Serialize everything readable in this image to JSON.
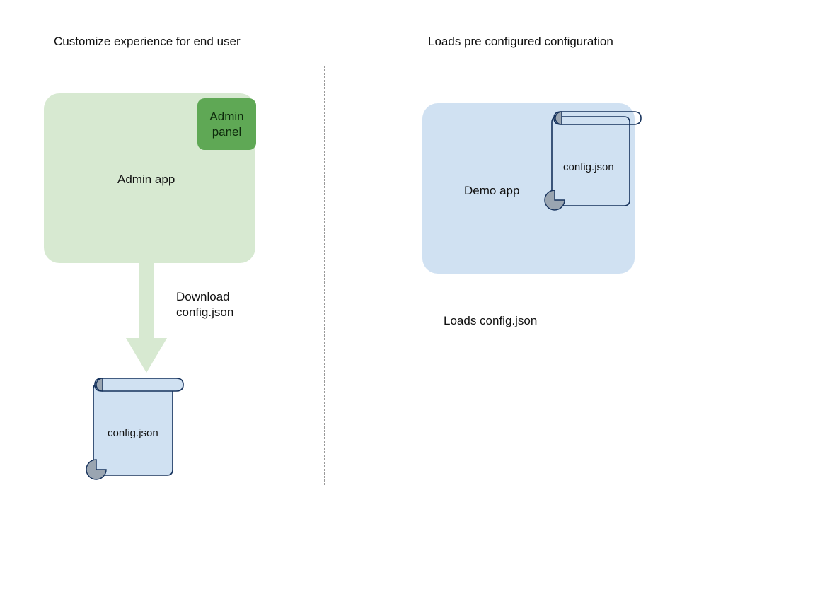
{
  "diagram": {
    "background": "#ffffff",
    "divider": {
      "name": "vertical-dotted-divider",
      "color": "#9a9a9a",
      "style": "dashed"
    },
    "colors": {
      "admin_app_fill": "#d7e9d1",
      "admin_panel_fill": "#5fa855",
      "demo_app_fill": "#d0e1f2",
      "document_fill": "#d0e1f2",
      "document_stroke": "#16325c",
      "curl_fill": "#9aa5b1",
      "arrow_fill": "#d7e9d1"
    }
  },
  "left_panel": {
    "title": "Customize experience for end user",
    "app": {
      "label": "Admin app",
      "panel_label": "Admin\npanel"
    },
    "arrow": {
      "label": "Download\nconfig.json"
    },
    "document": {
      "label": "config.json"
    }
  },
  "right_panel": {
    "title": "Loads pre configured configuration",
    "app": {
      "label": "Demo app"
    },
    "document": {
      "label": "config.json"
    },
    "caption": "Loads config.json"
  }
}
